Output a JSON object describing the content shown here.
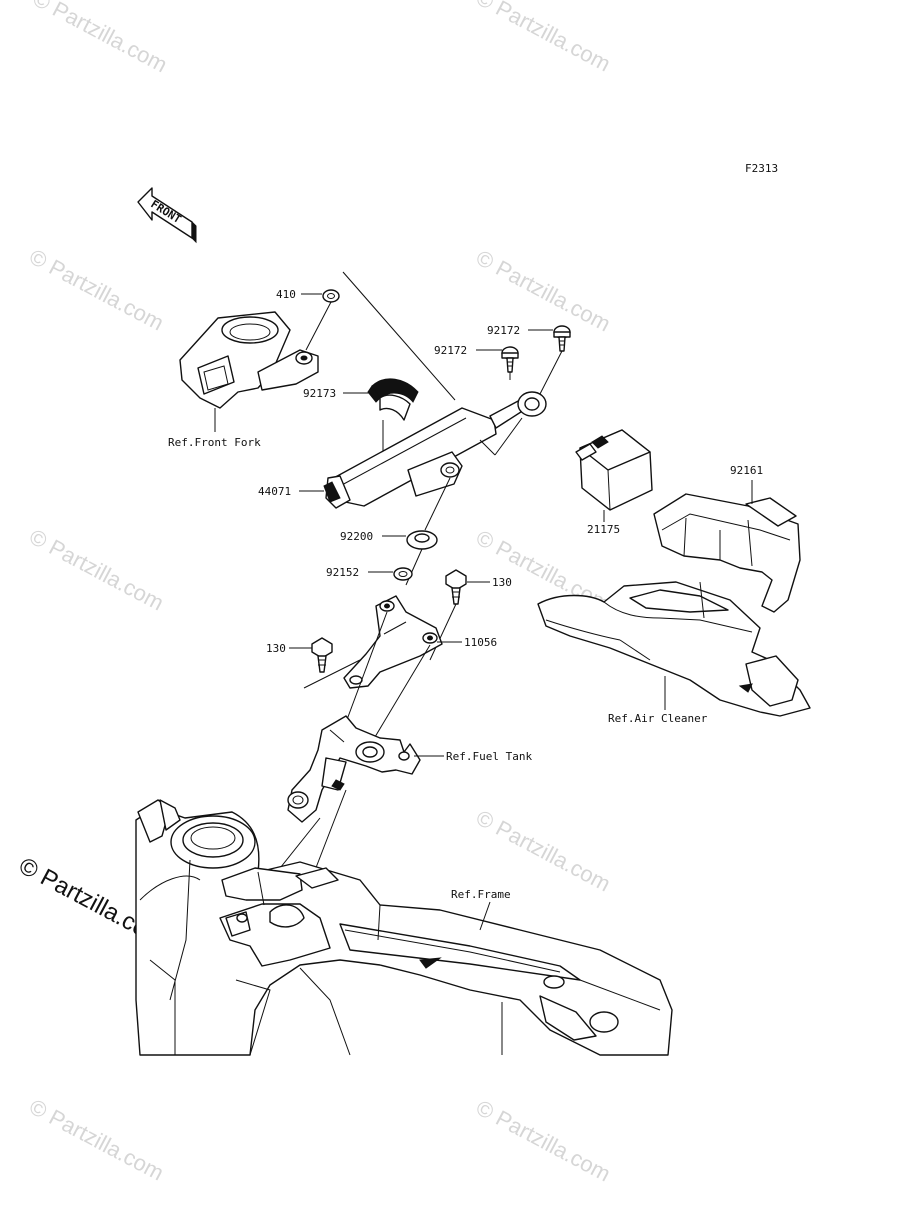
{
  "figure_code": "F2313",
  "front_arrow": {
    "label": "FRONT"
  },
  "watermark": {
    "text": "Partzilla.com",
    "mark": "©"
  },
  "callouts": {
    "p410": "410",
    "p92172a": "92172",
    "p92172b": "92172",
    "p92173": "92173",
    "p44071": "44071",
    "p92200": "92200",
    "p92152": "92152",
    "p130a": "130",
    "p130b": "130",
    "p11056": "11056",
    "p21175": "21175",
    "p92161": "92161"
  },
  "refs": {
    "front_fork": "Ref.Front Fork",
    "air_cleaner": "Ref.Air Cleaner",
    "fuel_tank": "Ref.Fuel Tank",
    "frame": "Ref.Frame"
  }
}
